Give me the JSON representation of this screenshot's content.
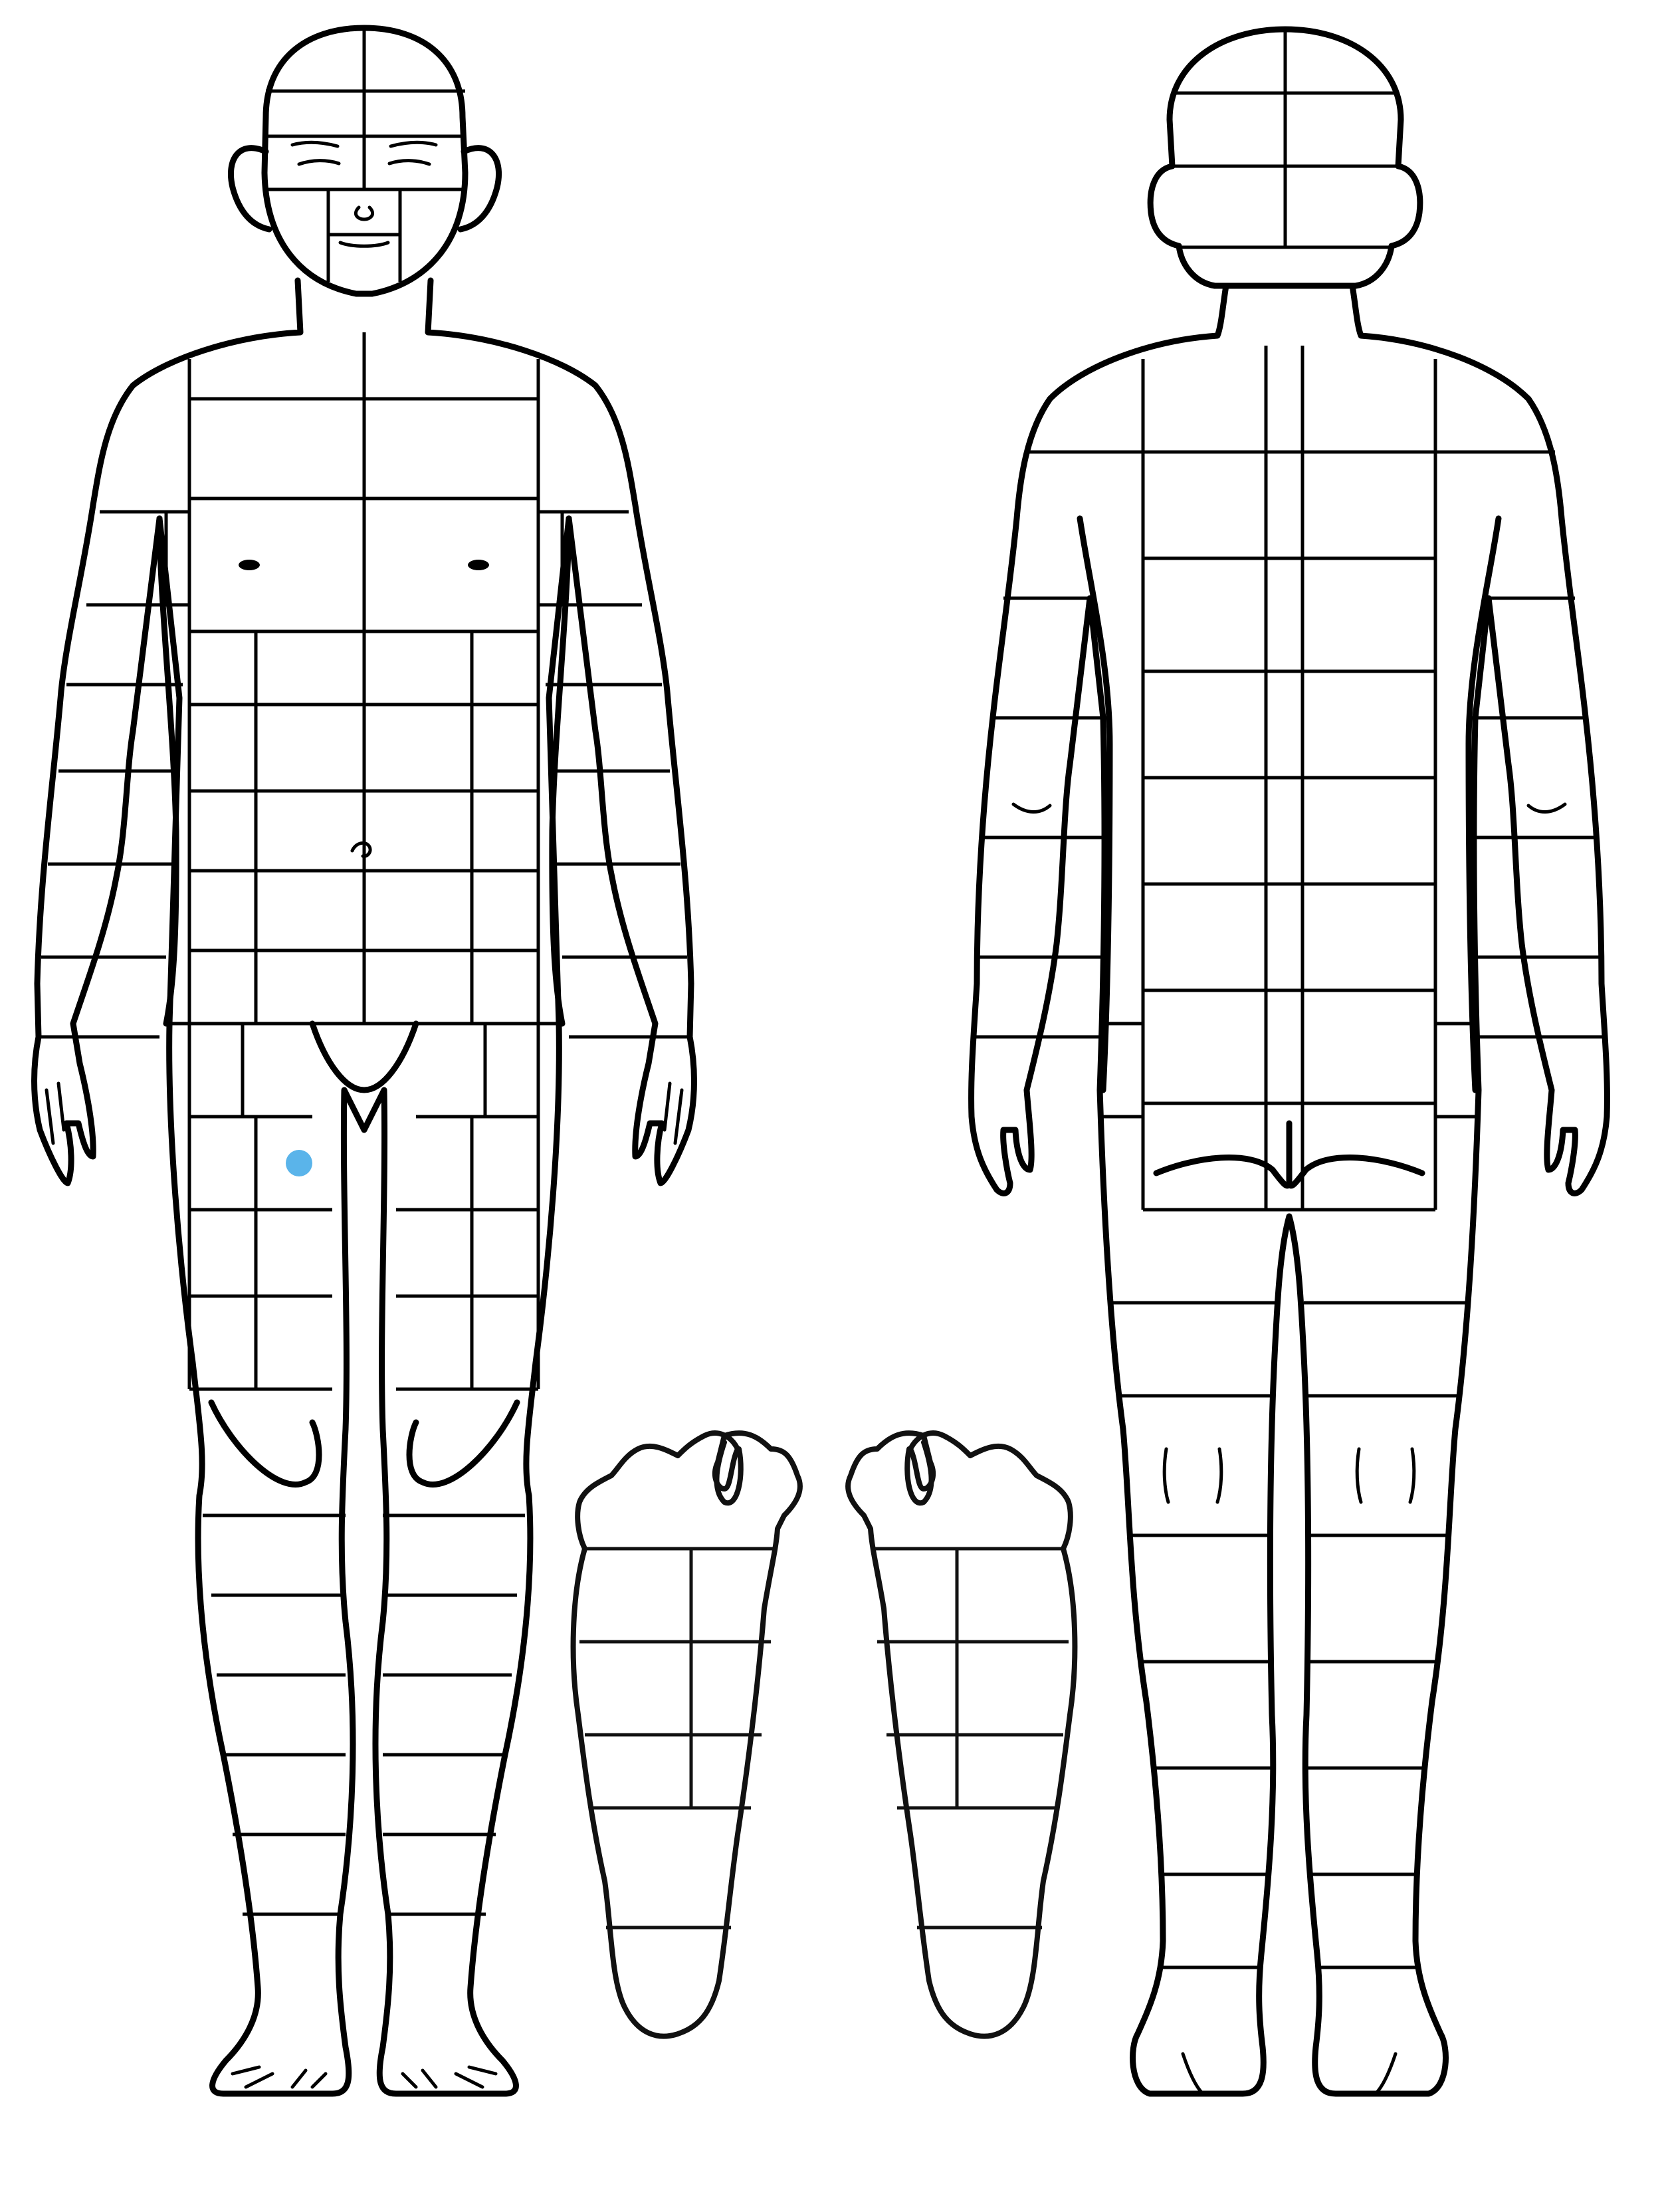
{
  "diagram": {
    "background_color": "#ffffff",
    "outline_color": "#000000",
    "views": [
      "front-view",
      "back-view",
      "left-sole",
      "right-sole"
    ],
    "marker": {
      "color": "#5ab4ea",
      "view": "front-view",
      "region": "right-upper-thigh"
    }
  }
}
